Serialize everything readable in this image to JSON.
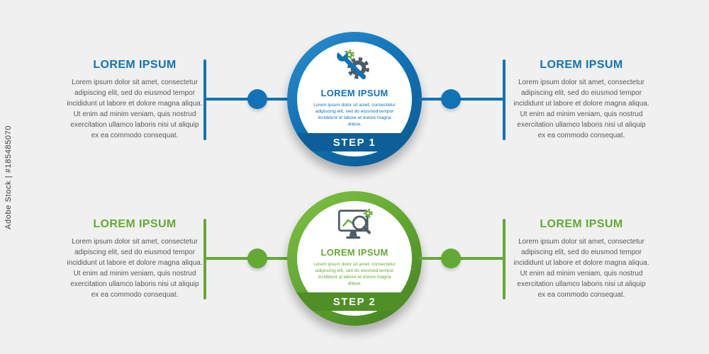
{
  "watermark": {
    "text": "Adobe Stock | #185485070"
  },
  "colors": {
    "background": "#f0f0f1",
    "body_text": "#58595b",
    "step1_accent": "#1173b6",
    "step1_band": "#0e5f99",
    "step2_accent": "#64a933",
    "step2_band": "#4f8f26"
  },
  "steps": [
    {
      "left_heading": "LOREM IPSUM",
      "left_body": "Lorem ipsum dolor sit amet, consectetur adipiscing elit, sed do eiusmod tempor incididunt ut labore et dolore magna aliqua. Ut enim ad minim veniam, quis nostrud exercitation ullamco laboris nisi ut aliquip ex ea commodo consequat.",
      "right_heading": "LOREM IPSUM",
      "right_body": "Lorem ipsum dolor sit amet, consectetur adipiscing elit, sed do eiusmod tempor incididunt ut labore et dolore magna aliqua. Ut enim ad minim veniam, quis nostrud exercitation ullamco laboris nisi ut aliquip ex ea commodo consequat.",
      "circle_title": "LOREM IPSUM",
      "circle_body": "Lorem ipsum dolor sit amet, consectetur adipiscing elit, sed do eiusmod tempor incididunt ut labore et dolore magna aliqua.",
      "step_label": "STEP 1",
      "icon": "gear-wrench-icon"
    },
    {
      "left_heading": "LOREM IPSUM",
      "left_body": "Lorem ipsum dolor sit amet, consectetur adipiscing elit, sed do eiusmod tempor incididunt ut labore et dolore magna aliqua. Ut enim ad minim veniam, quis nostrud exercitation ullamco laboris nisi ut aliquip ex ea commodo consequat.",
      "right_heading": "LOREM IPSUM",
      "right_body": "Lorem ipsum dolor sit amet, consectetur adipiscing elit, sed do eiusmod tempor incididunt ut labore et dolore magna aliqua. Ut enim ad minim veniam, quis nostrud exercitation ullamco laboris nisi ut aliquip ex ea commodo consequat.",
      "circle_title": "LOREM IPSUM",
      "circle_body": "Lorem ipsum dolor sit amet, consectetur adipiscing elit, sed do eiusmod tempor incididunt ut labore et dolore magna aliqua.",
      "step_label": "STEP 2",
      "icon": "monitor-analytics-icon"
    }
  ]
}
